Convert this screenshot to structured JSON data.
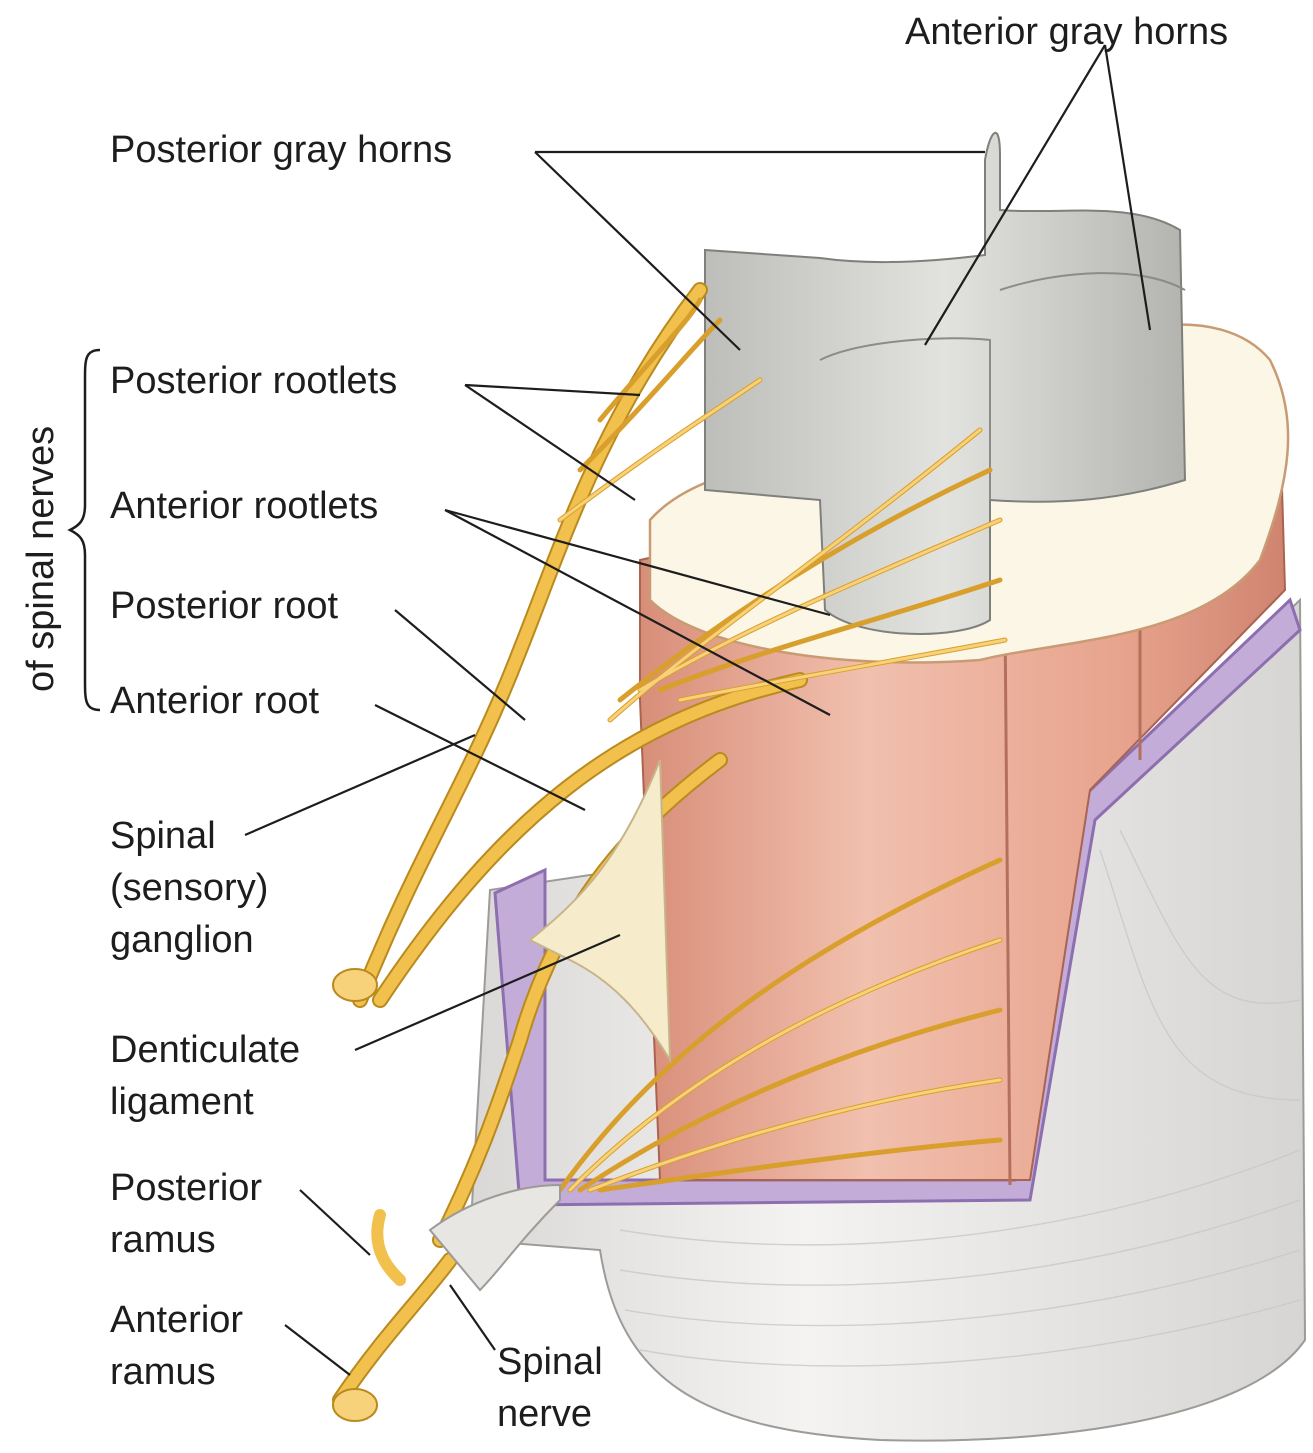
{
  "labels": {
    "anterior_gray_horns": "Anterior gray horns",
    "posterior_gray_horns": "Posterior gray horns",
    "posterior_rootlets": "Posterior rootlets",
    "anterior_rootlets": "Anterior rootlets",
    "posterior_root": "Posterior root",
    "anterior_root": "Anterior root",
    "spinal_ganglion": [
      "Spinal",
      "(sensory)",
      "ganglion"
    ],
    "denticulate_ligament": [
      "Denticulate",
      "ligament"
    ],
    "posterior_ramus": [
      "Posterior",
      "ramus"
    ],
    "anterior_ramus": [
      "Anterior",
      "ramus"
    ],
    "spinal_nerve": [
      "Spinal",
      "nerve"
    ],
    "bracket_caption": "of spinal nerves"
  },
  "colors": {
    "gray_matter": "#cfcfcb",
    "white_matter_top": "#fbf6e6",
    "cord_column": "#e9a892",
    "nerve": "#f2c04c",
    "nerve_outline": "#b98a1e",
    "pia_membrane": "#8d6fb0",
    "dura": "#ecebea"
  }
}
